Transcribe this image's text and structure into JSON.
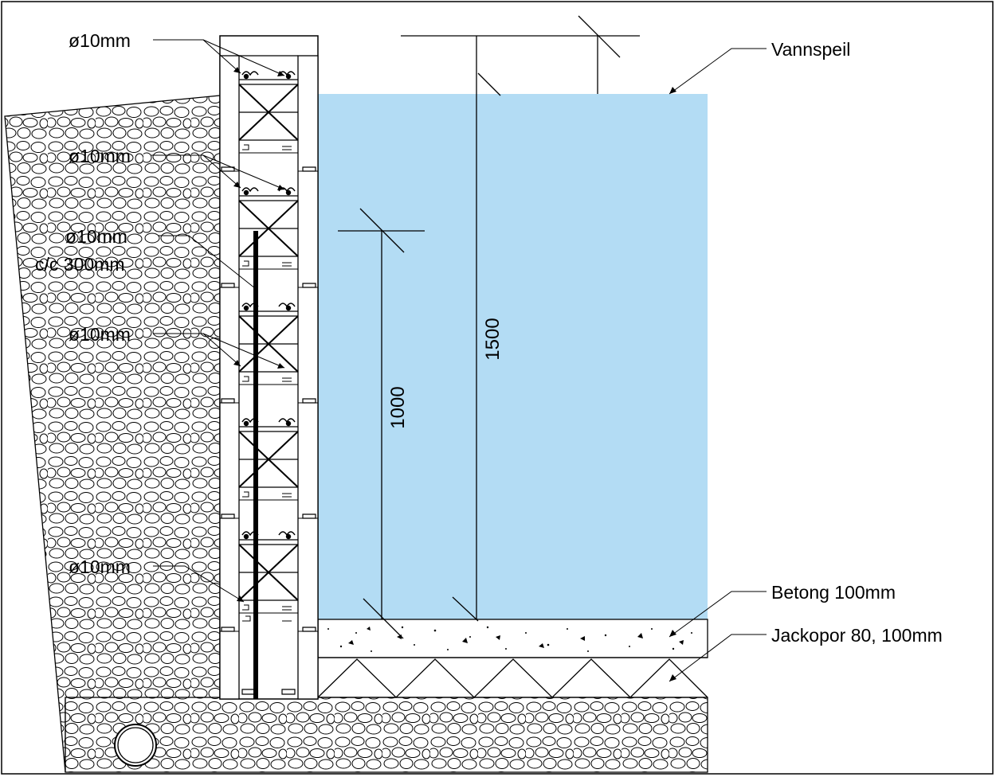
{
  "labels": {
    "rebar_1": "ø10mm",
    "rebar_2": "ø10mm",
    "rebar_vertical_1": "ø10mm",
    "rebar_vertical_2": "c/c 300mm",
    "rebar_3": "ø10mm",
    "rebar_4": "ø10mm",
    "water_level": "Vannspeil",
    "concrete": "Betong 100mm",
    "insulation": "Jackopor 80, 100mm"
  },
  "dimensions": {
    "total_height": "1500",
    "rebar_height": "1000"
  },
  "colors": {
    "water": "#b3dcf4",
    "line": "#000000",
    "background": "#ffffff"
  }
}
